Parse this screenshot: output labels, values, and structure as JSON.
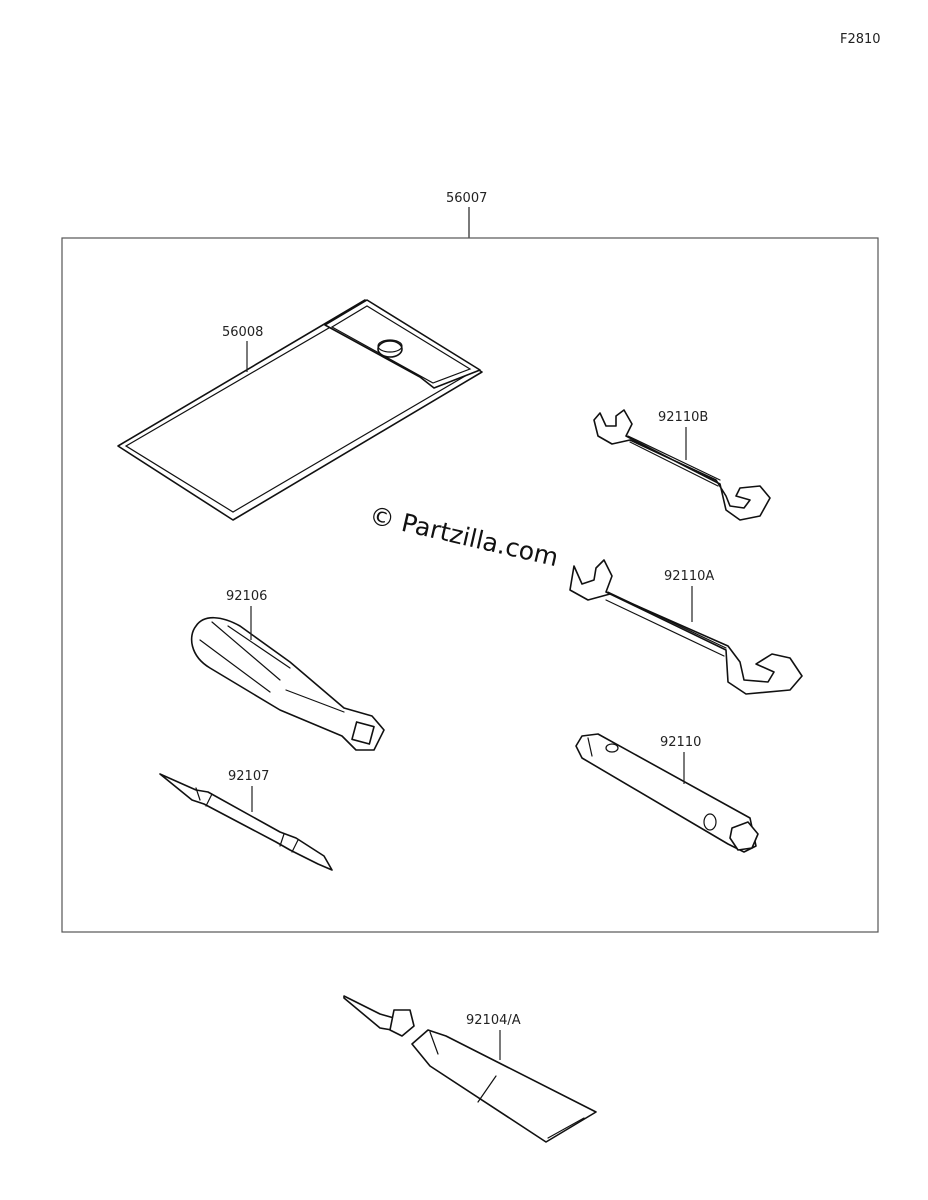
{
  "figure_code": "F2810",
  "watermark": "© Partzilla.com",
  "parts": {
    "kit": "56007",
    "case": "56008",
    "wrench_b": "92110B",
    "wrench_a": "92110A",
    "handle": "92106",
    "driver": "92107",
    "plug_wrench": "92110",
    "grease": "92104/A"
  }
}
